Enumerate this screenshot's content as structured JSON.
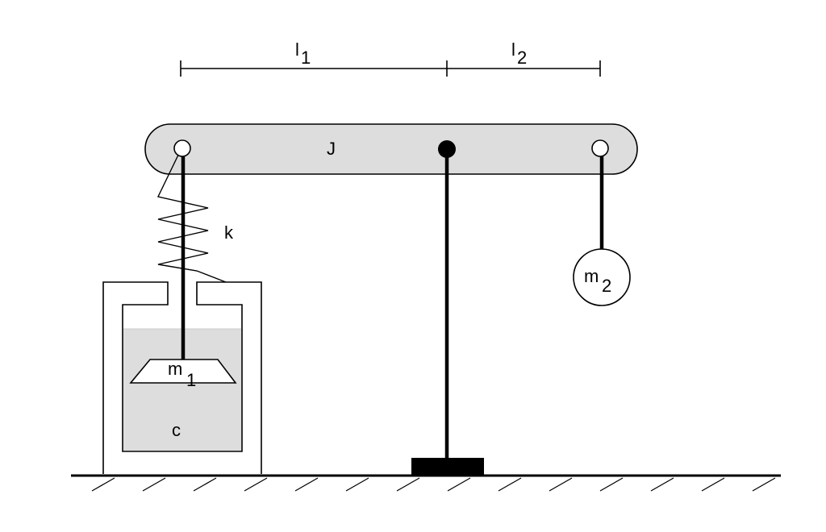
{
  "labels": {
    "l1": "l",
    "l1_sub": "1",
    "l2": "l",
    "l2_sub": "2",
    "lever_inertia": "J",
    "spring_constant": "k",
    "mass1": "m",
    "mass1_sub": "1",
    "mass2": "m",
    "mass2_sub": "2",
    "damping": "c"
  },
  "colors": {
    "line": "#000000",
    "fill_gray": "#dddddd",
    "background": "#ffffff"
  }
}
